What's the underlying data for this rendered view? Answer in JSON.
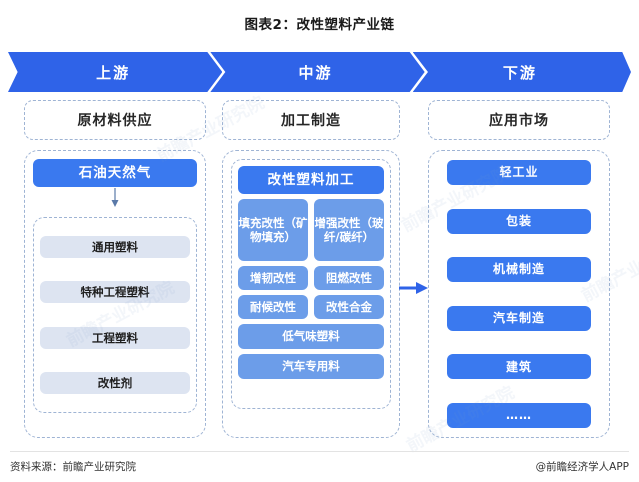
{
  "title": "图表2：改性塑料产业链",
  "banner": {
    "stages": [
      {
        "label": "上游"
      },
      {
        "label": "中游"
      },
      {
        "label": "下游"
      }
    ]
  },
  "upstream": {
    "header": "原材料供应",
    "source_box": "石油天然气",
    "items": [
      {
        "label": "通用塑料"
      },
      {
        "label": "特种工程塑料"
      },
      {
        "label": "工程塑料"
      },
      {
        "label": "改性剂"
      }
    ]
  },
  "midstream": {
    "header": "加工制造",
    "main_box": "改性塑料加工",
    "rows": [
      {
        "cells": [
          "填充改性（矿物填充）",
          "增强改性（玻纤/碳纤）"
        ]
      },
      {
        "cells": [
          "增韧改性",
          "阻燃改性"
        ]
      },
      {
        "cells": [
          "耐候改性",
          "改性合金"
        ]
      }
    ],
    "wide_items": [
      {
        "label": "低气味塑料"
      },
      {
        "label": "汽车专用料"
      }
    ]
  },
  "downstream": {
    "header": "应用市场",
    "items": [
      {
        "label": "轻工业"
      },
      {
        "label": "包装"
      },
      {
        "label": "机械制造"
      },
      {
        "label": "汽车制造"
      },
      {
        "label": "建筑"
      },
      {
        "label": "……"
      }
    ]
  },
  "footer": {
    "source": "资料来源：前瞻产业研究院",
    "credit": "@前瞻经济学人APP"
  },
  "colors": {
    "banner_blue": "#2f63e8",
    "primary_blue": "#3a79ef",
    "mid_blue": "#6c9de9",
    "pale_blue": "#dde4f1",
    "dash_border": "#9fb4d4"
  },
  "watermarks": [
    {
      "text": "前瞻产业研究院"
    },
    {
      "text": "前瞻产业研究院"
    },
    {
      "text": "前瞻产业研究院"
    },
    {
      "text": "前瞻产业研究院"
    },
    {
      "text": "前瞻产业研究院"
    }
  ]
}
